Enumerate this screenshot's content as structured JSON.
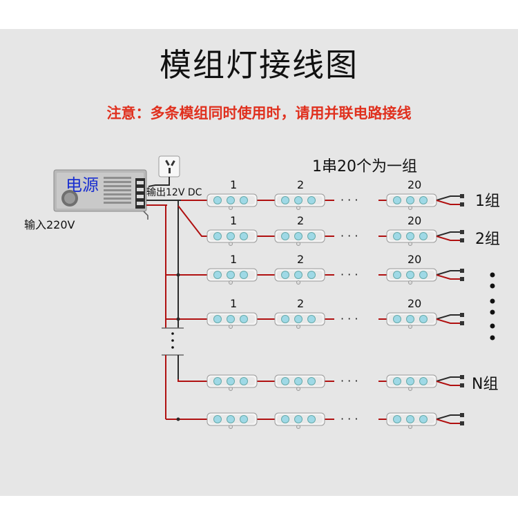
{
  "title": "模组灯接线图",
  "notice": "注意：多条模组同时使用时，请用并联电路接线",
  "power_supply_label": "电源",
  "input_label": "输入220V",
  "output_label": "输出12V DC",
  "group_caption": "1串20个为一组",
  "module_numbers": [
    "1",
    "2",
    "20"
  ],
  "ellipsis": "· · ·",
  "group_labels": [
    "1组",
    "2组",
    "N组"
  ],
  "colors": {
    "wire_red": "#b01010",
    "wire_dark": "#2a2a2a",
    "notice": "#e0301e",
    "power_label": "#1a2fd0",
    "led": "#9fd9e6"
  },
  "icons": [
    "power-supply-icon",
    "wall-outlet-icon",
    "led-module-icon",
    "connector-icon"
  ]
}
